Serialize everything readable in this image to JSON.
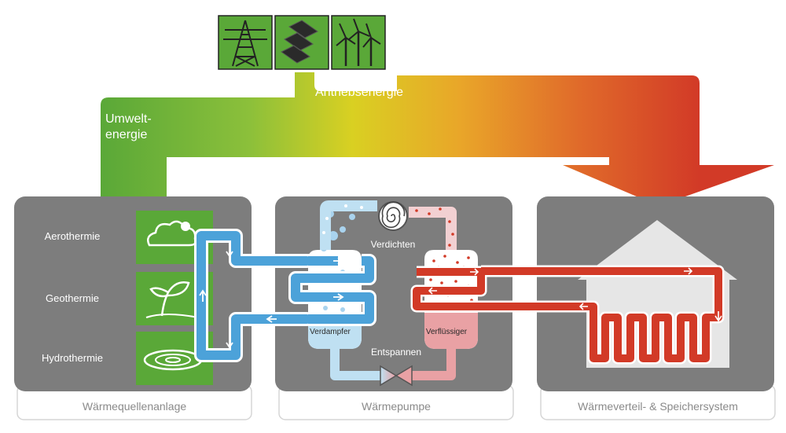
{
  "energy": {
    "drive_label": "Antriebsenergie",
    "ambient_label_line1": "Umwelt-",
    "ambient_label_line2": "energie",
    "source_icons": [
      "power-pylon-icon",
      "solar-panel-icon",
      "wind-turbine-icon"
    ]
  },
  "source_panel": {
    "title": "Wärmequellenanlage",
    "items": [
      {
        "label": "Aerothermie",
        "icon": "cloud-icon"
      },
      {
        "label": "Geothermie",
        "icon": "plant-icon"
      },
      {
        "label": "Hydrothermie",
        "icon": "water-ripple-icon"
      }
    ]
  },
  "heatpump_panel": {
    "title": "Wärmepumpe",
    "compressor_label": "Verdichten",
    "evaporator_label": "Verdampfer",
    "condenser_label": "Verflüssiger",
    "expansion_label": "Entspannen"
  },
  "distribution_panel": {
    "title": "Wärmeverteil- & Speichersystem"
  },
  "colors": {
    "panel": "#7d7d7d",
    "panel_border": "#d5d5d5",
    "green": "#5aa838",
    "orange": "#e38a2a",
    "red": "#d23a27",
    "blue": "#4ca2d9",
    "light_blue": "#bfe0f2",
    "pink": "#e9a1a4"
  }
}
